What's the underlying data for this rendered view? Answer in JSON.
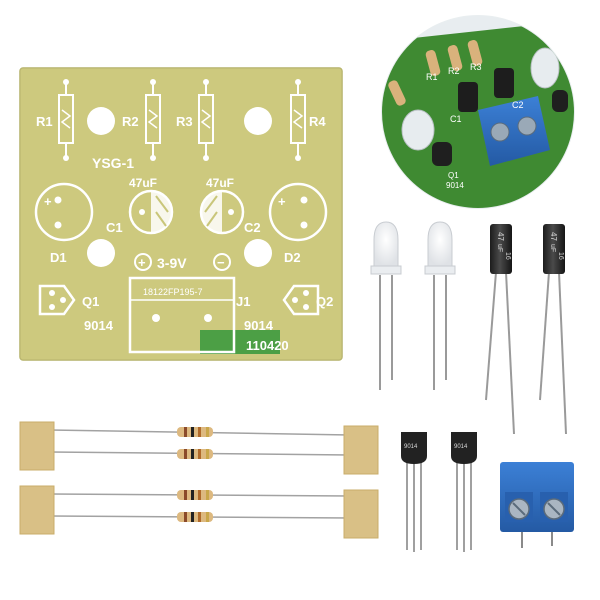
{
  "image": {
    "description_free": true
  },
  "pcb": {
    "board_code": "YSG-1",
    "resistor_labels": [
      "R1",
      "R2",
      "R3",
      "R4"
    ],
    "capacitor_value_1": "47uF",
    "capacitor_value_2": "47uF",
    "capacitor_label_1": "C1",
    "capacitor_label_2": "C2",
    "led_label_1": "D1",
    "led_label_2": "D2",
    "transistor_label_1": "Q1",
    "transistor_label_2": "Q2",
    "transistor_part_1": "9014",
    "transistor_part_2": "9014",
    "voltage": "3-9V",
    "plus_symbol": "+",
    "minus_symbol": "−",
    "connector_part": "18122FP195-7",
    "connector_label": "J1",
    "date_code": "110420",
    "board_color": "#c9c67a"
  },
  "inset": {
    "resistor_labels": [
      "R1",
      "R2",
      "R3"
    ],
    "capacitor_labels": [
      "C1",
      "C2"
    ],
    "transistor_label": "Q1",
    "transistor_part": "9014",
    "board_color": "#3f8a32"
  },
  "capacitors": {
    "marking_value": "47",
    "marking_volt": "16",
    "marking_unit": "uF",
    "sleeve_color": "#2a2a2a"
  },
  "transistors": {
    "marking": "9014",
    "body_color": "#222222"
  },
  "terminal_block": {
    "body_color": "#2f6fc0"
  }
}
